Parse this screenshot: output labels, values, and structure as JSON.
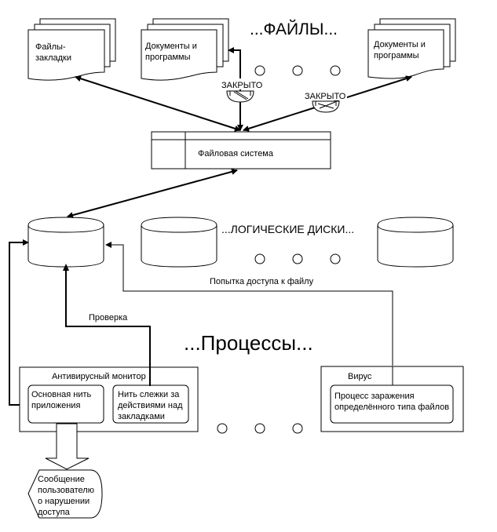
{
  "section_titles": {
    "files": "...ФАЙЛЫ...",
    "logical_disks": "...ЛОГИЧЕСКИЕ ДИСКИ...",
    "processes": "...Процессы..."
  },
  "documents": [
    {
      "id": "bookmark-files",
      "lines": [
        "Файлы-",
        "закладки"
      ]
    },
    {
      "id": "docs-programs-1",
      "lines": [
        "Документы и",
        "программы"
      ]
    },
    {
      "id": "docs-programs-2",
      "lines": [
        "Документы и",
        "программы"
      ]
    }
  ],
  "locks": [
    {
      "label": "ЗАКРЫТО"
    },
    {
      "label": "ЗАКРЫТО"
    }
  ],
  "file_system": {
    "label": "Файловая система"
  },
  "logical_disks": [
    {
      "id": "disk-1"
    },
    {
      "id": "disk-2"
    },
    {
      "id": "disk-3"
    }
  ],
  "connectors": {
    "file_access_attempt": "Попытка доступа к файлу",
    "check": "Проверка"
  },
  "antivirus_monitor": {
    "title": "Антивирусный монитор",
    "threads": [
      {
        "lines": [
          "Основная нить",
          "приложения"
        ]
      },
      {
        "lines": [
          "Нить слежки за",
          "действиями над",
          "закладками"
        ]
      }
    ]
  },
  "virus": {
    "title": "Вирус",
    "process": {
      "lines": [
        "Процесс заражения",
        "определённого типа файлов"
      ]
    }
  },
  "user_message": {
    "lines": [
      "Сообщение",
      "пользователю",
      "о нарушении",
      "доступа"
    ]
  },
  "ellipsis_markers": {
    "files": 3,
    "disks": 3,
    "processes": 3
  }
}
